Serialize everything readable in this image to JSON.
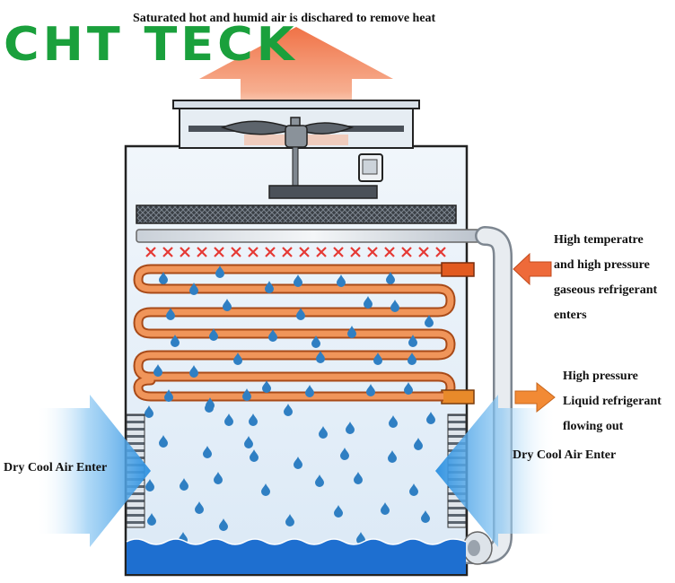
{
  "logo_text": "CHT TECK",
  "labels": {
    "top": "Saturated hot and humid air is dischared to remove heat",
    "inlet": [
      "High temperatre",
      "and high pressure",
      "gaseous refrigerant",
      "enters"
    ],
    "outlet": [
      "High pressure",
      "Liquid refrigerant",
      "flowing out"
    ],
    "air_left": "Dry Cool Air Enter",
    "air_right": "Dry Cool Air Enter"
  },
  "colors": {
    "brand_green": "#1aa03c",
    "hot_air": "#ef6a3c",
    "cool_air": "#3da6ea",
    "coil": "#e0793a",
    "water_drop": "#2f7fc3",
    "basin_water": "#1e6fd0",
    "spray_x": "#e53935"
  }
}
